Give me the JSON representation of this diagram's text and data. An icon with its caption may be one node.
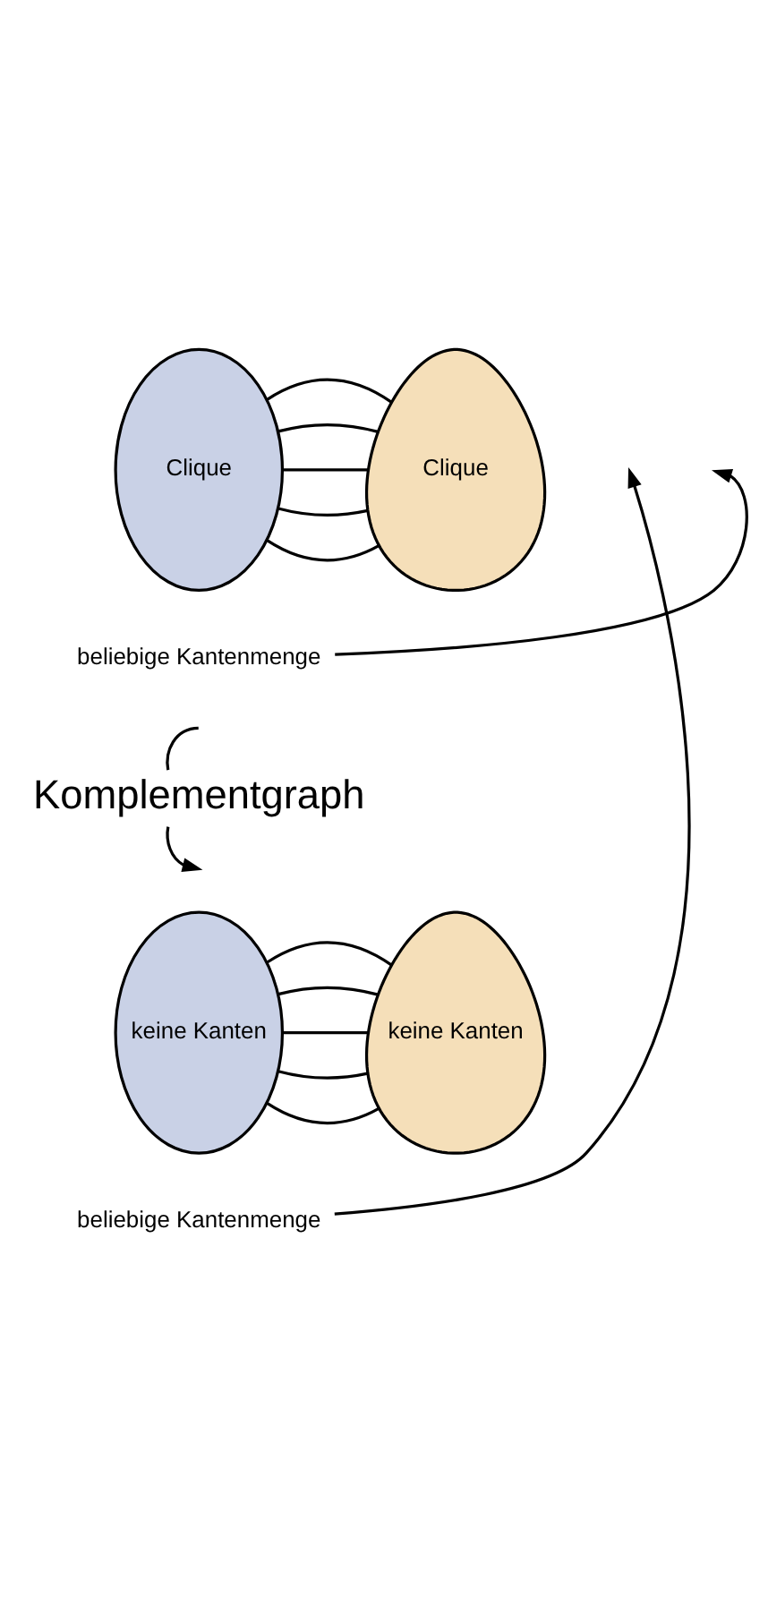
{
  "diagram": {
    "nodes": [
      {
        "text": [
          "Clique"
        ]
      },
      {
        "text": [
          "Clique"
        ]
      },
      {
        "text": [
          "beliebige Kantenmenge"
        ]
      },
      {
        "text": [
          "Komplementgraph"
        ]
      },
      {
        "text": [
          "keine Kanten"
        ]
      },
      {
        "text": [
          "keine Kanten"
        ]
      },
      {
        "text": [
          "beliebige Kantenmenge"
        ]
      }
    ],
    "edges": [
      {
        "from": 0,
        "to": 1,
        "arrow": "none"
      },
      {
        "from": 0,
        "to": 1,
        "arrow": "none"
      },
      {
        "from": 0,
        "to": 1,
        "arrow": "none"
      },
      {
        "from": 0,
        "to": 1,
        "arrow": "none"
      },
      {
        "from": 0,
        "to": 1,
        "arrow": "none"
      },
      {
        "from": 2,
        "to": null,
        "arrow": "to"
      },
      {
        "from": null,
        "to": 3,
        "arrow": "none"
      },
      {
        "from": 3,
        "to": null,
        "arrow": "to"
      },
      {
        "from": 4,
        "to": 5,
        "arrow": "none"
      },
      {
        "from": 4,
        "to": 5,
        "arrow": "none"
      },
      {
        "from": 4,
        "to": 5,
        "arrow": "none"
      },
      {
        "from": 4,
        "to": 5,
        "arrow": "none"
      },
      {
        "from": 4,
        "to": 5,
        "arrow": "none"
      },
      {
        "from": 6,
        "to": null,
        "arrow": "to"
      }
    ]
  }
}
